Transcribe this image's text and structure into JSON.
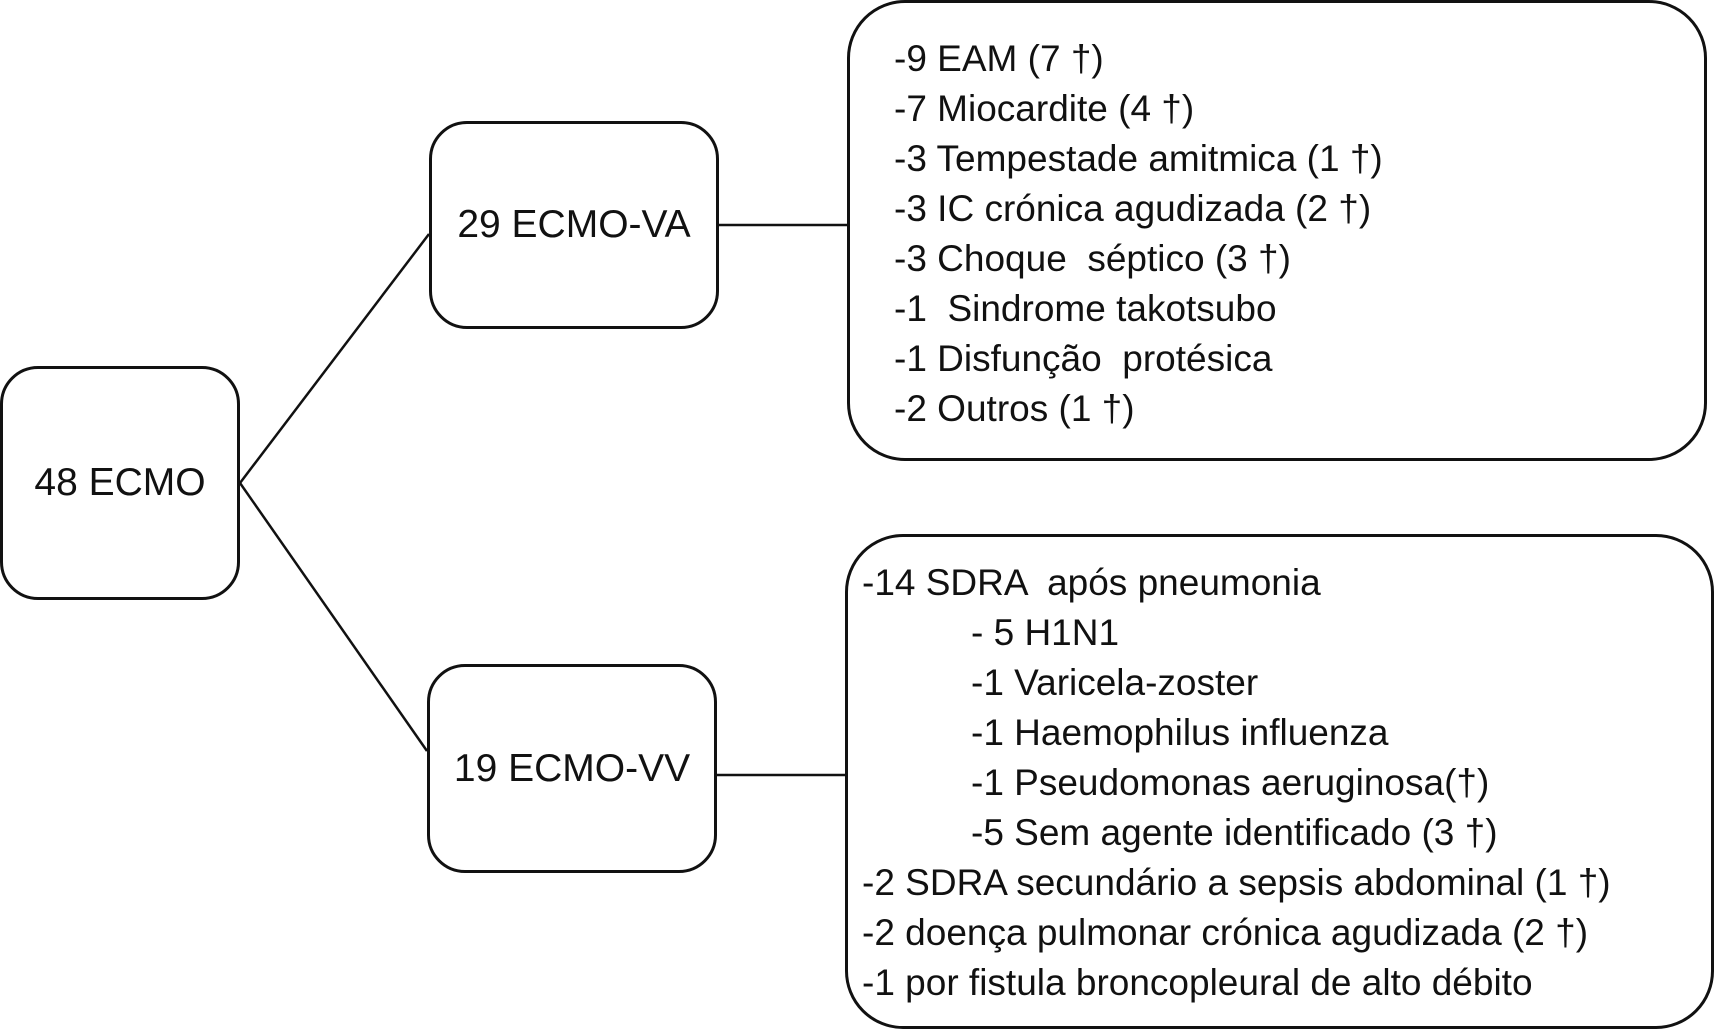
{
  "root": {
    "label": "48 ECMO"
  },
  "branches": [
    {
      "label": "29 ECMO-VA",
      "details": [
        "-9 EAM (7 †)",
        "-7 Miocardite (4 †)",
        "-3 Tempestade amitmica (1 †)",
        "-3 IC crónica agudizada (2 †)",
        "-3 Choque  séptico (3 †)",
        "-1  Sindrome takotsubo",
        "-1 Disfunção  protésica",
        "-2 Outros (1 †)"
      ]
    },
    {
      "label": "19 ECMO-VV",
      "details": [
        {
          "text": "-14 SDRA  após pneumonia",
          "sub": false
        },
        {
          "text": "- 5 H1N1",
          "sub": true
        },
        {
          "text": "-1 Varicela-zoster",
          "sub": true
        },
        {
          "text": "-1 Haemophilus influenza",
          "sub": true
        },
        {
          "text": "-1 Pseudomonas aeruginosa(†)",
          "sub": true
        },
        {
          "text": "-5 Sem agente identificado (3 †)",
          "sub": true
        },
        {
          "text": "-2 SDRA secundário a sepsis abdominal (1 †)",
          "sub": false
        },
        {
          "text": "-2 doença pulmonar crónica agudizada (2 †)",
          "sub": false
        },
        {
          "text": "-1 por fistula broncopleural de alto débito",
          "sub": false
        }
      ]
    }
  ]
}
